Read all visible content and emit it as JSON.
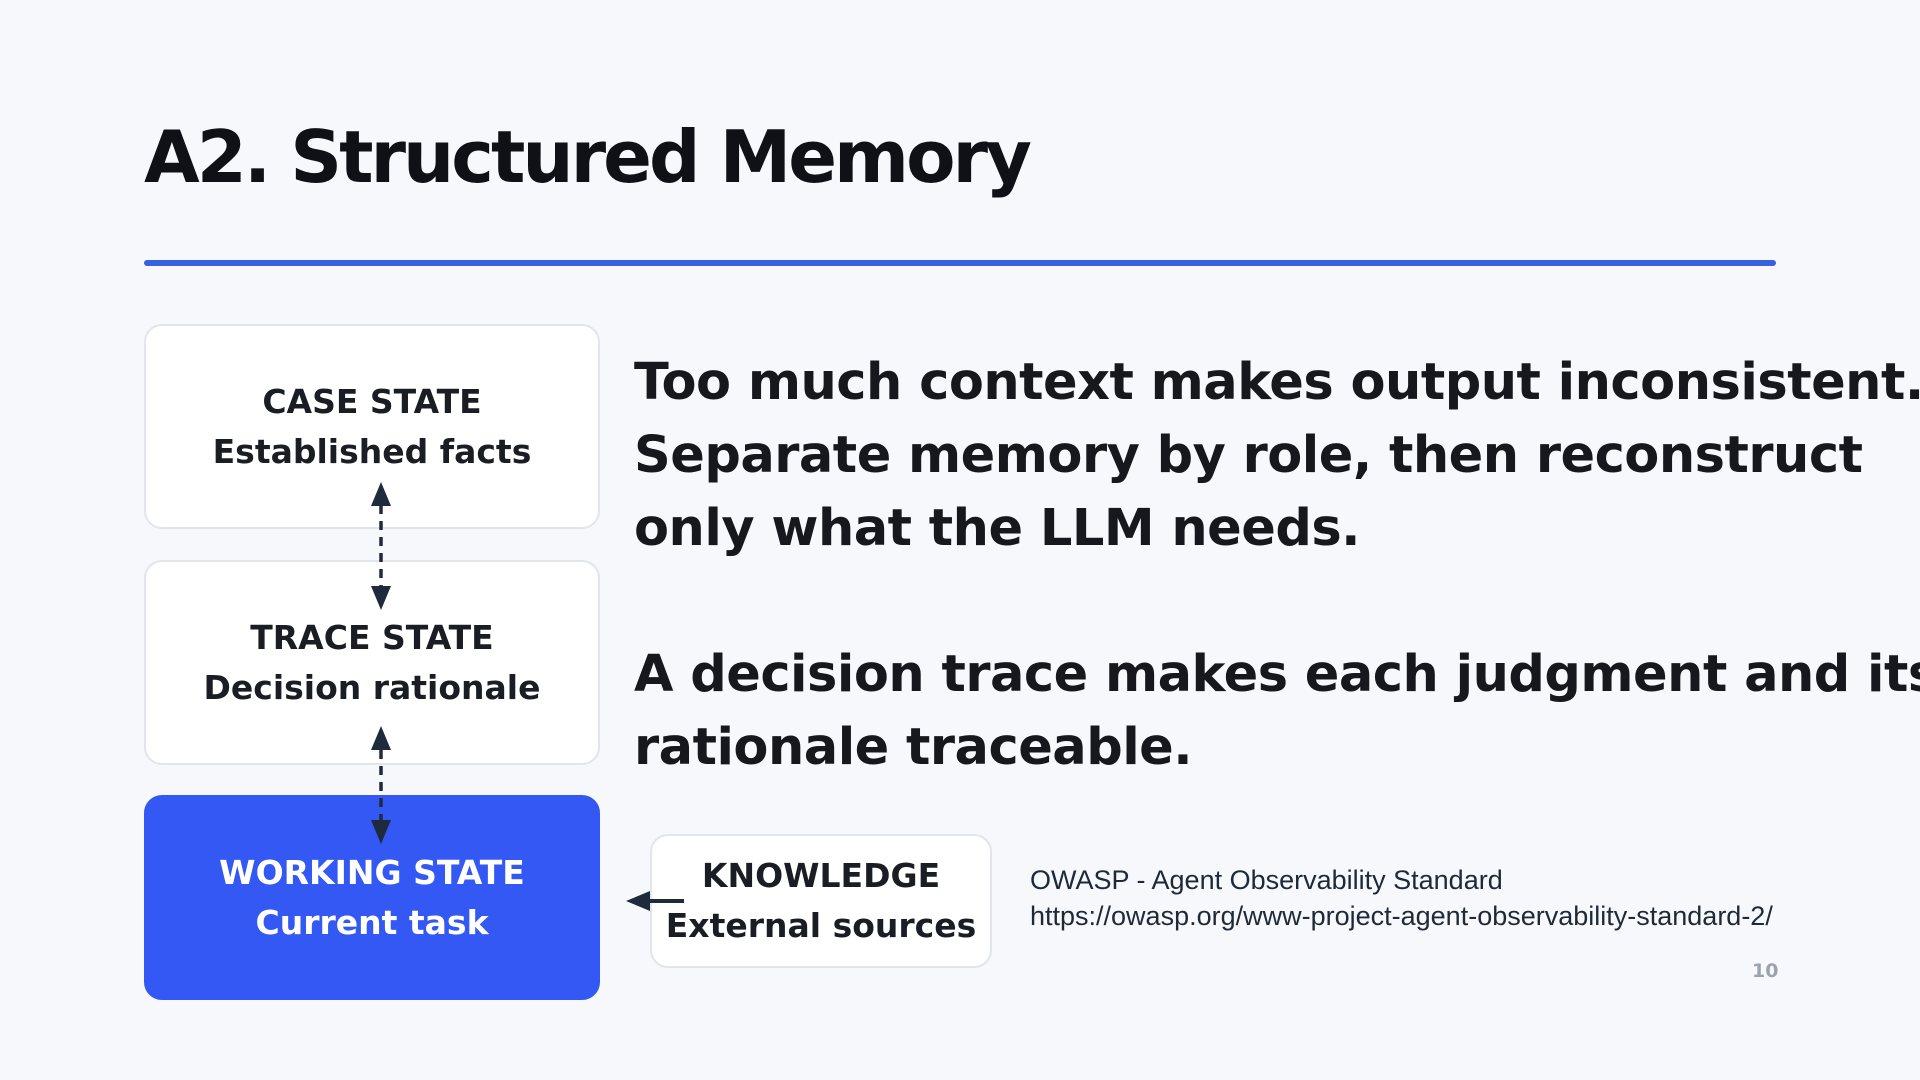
{
  "slide": {
    "title": "A2. Structured Memory",
    "page_number": "10"
  },
  "diagram": {
    "case_state": {
      "heading": "CASE STATE",
      "subheading": "Established facts"
    },
    "trace_state": {
      "heading": "TRACE STATE",
      "subheading": "Decision rationale"
    },
    "working_state": {
      "heading": "WORKING STATE",
      "subheading": "Current task"
    },
    "knowledge": {
      "heading": "KNOWLEDGE",
      "subheading": "External sources"
    }
  },
  "body": {
    "paragraph1": [
      "Too much context makes output inconsistent.",
      "Separate memory by role, then reconstruct",
      "only what the LLM needs."
    ],
    "paragraph2": [
      "A decision trace makes each judgment and its",
      "rationale traceable."
    ]
  },
  "citation": {
    "source": "OWASP - Agent Observability Standard",
    "url": "https://owasp.org/www-project-agent-observability-standard-2/"
  },
  "colors": {
    "accent": "#3a5fe0",
    "working_state_fill": "#3358f4",
    "arrow": "#1f2a3d"
  }
}
